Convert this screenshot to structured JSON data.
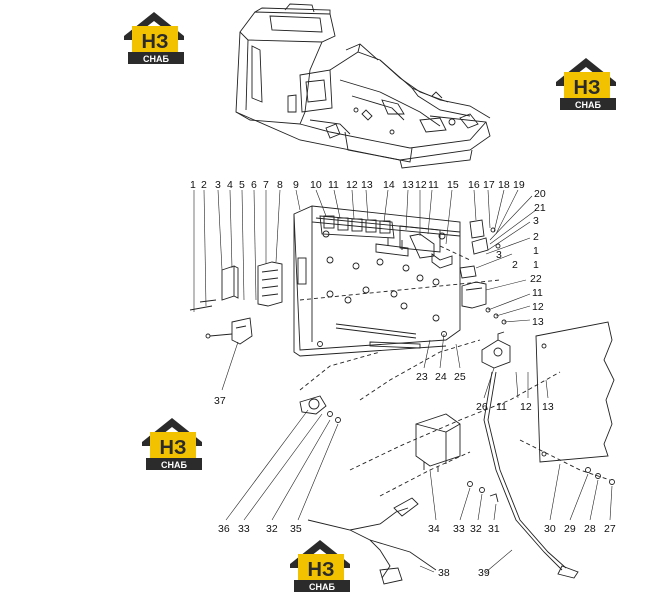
{
  "logo": {
    "mark": "НЗ",
    "subtitle": "СНАБ",
    "colors": {
      "yellow": "#f2c200",
      "dark": "#2b2b2b"
    }
  },
  "labels": {
    "l1a": "1",
    "l2a": "2",
    "l3a": "3",
    "l4a": "4",
    "l5a": "5",
    "l6a": "6",
    "l7a": "7",
    "l8a": "8",
    "l9a": "9",
    "l10a": "10",
    "l11a": "11",
    "l12a": "12",
    "l13a": "13",
    "l14a": "14",
    "l13b": "13",
    "l12b": "12",
    "l11b": "11",
    "l15a": "15",
    "l16a": "16",
    "l17a": "17",
    "l18a": "18",
    "l19a": "19",
    "l20a": "20",
    "l21a": "21",
    "l3b": "3",
    "l2b": "2",
    "l1b": "1",
    "l3c": "3",
    "l2c": "2",
    "l1c": "1",
    "l22a": "22",
    "l11c": "11",
    "l12c": "12",
    "l13c": "13",
    "l37a": "37",
    "l23a": "23",
    "l24a": "24",
    "l25a": "25",
    "l26a": "26",
    "l11d": "11",
    "l12d": "12",
    "l13d": "13",
    "l36a": "36",
    "l33a": "33",
    "l32a": "32",
    "l35a": "35",
    "l34a": "34",
    "l33b": "33",
    "l32b": "32",
    "l31a": "31",
    "l30a": "30",
    "l29a": "29",
    "l28a": "28",
    "l27a": "27",
    "l38a": "38",
    "l39a": "39"
  }
}
